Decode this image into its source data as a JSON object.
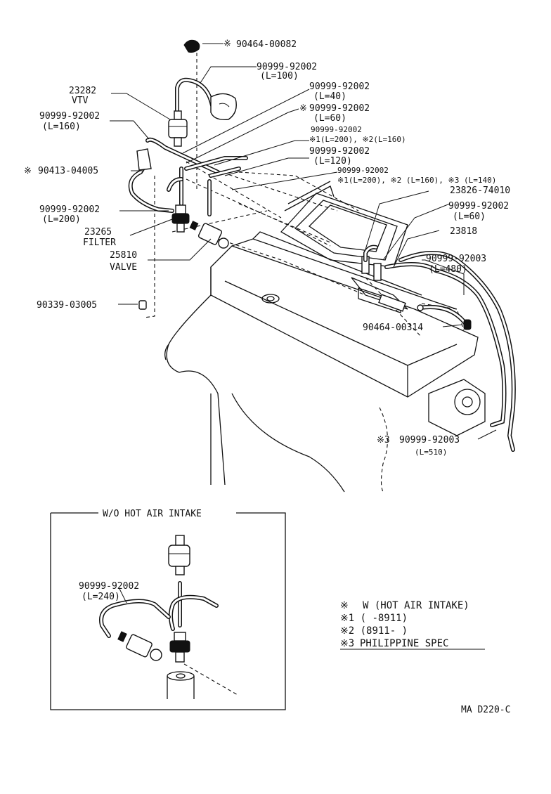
{
  "parts": {
    "p_90464_00082": "90464-00082",
    "p_92002_L100": "90999-92002",
    "L100": "(L=100)",
    "p_23282": "23282",
    "vtv": "VTV",
    "p_92002_L40": "90999-92002",
    "L40": "(L=40)",
    "p_92002_L60a": "90999-92002",
    "L60a": "(L=60)",
    "p_92002_L160": "90999-92002",
    "L160": "(L=160)",
    "p_92002_var1": "90999-92002",
    "var1": "※1(L=200), ※2(L=160)",
    "p_90413_04005": "90413-04005",
    "p_92002_L120": "90999-92002",
    "L120": "(L=120)",
    "p_92002_var2": "90999-92002",
    "var2": "※1(L=200), ※2 (L=160), ※3 (L=140)",
    "p_23826_74010": "23826-74010",
    "p_92002_L60b": "90999-92002",
    "L60b": "(L=60)",
    "p_92002_L200": "90999-92002",
    "L200": "(L=200)",
    "p_23265": "23265",
    "filter": "FILTER",
    "p_23818": "23818",
    "p_25810": "25810",
    "valve": "VALVE",
    "p_92003_L480": "90999-92003",
    "L480": "(L=480)",
    "p_90339_03005": "90339-03005",
    "p_90464_00314": "90464-00314",
    "p_92003_L510": "90999-92003",
    "L510": "(L=510)"
  },
  "inset": {
    "title": "W/O HOT AIR INTAKE",
    "part": "90999-92002",
    "length": "(L=240)"
  },
  "legend": {
    "mark": "※",
    "mark3": "※3",
    "row0": "W (HOT AIR INTAKE)",
    "row1": "※1 (      -8911)",
    "row2": "※2 (8911-       )",
    "row3": "PHILIPPINE SPEC"
  },
  "code": "MA D220-C"
}
